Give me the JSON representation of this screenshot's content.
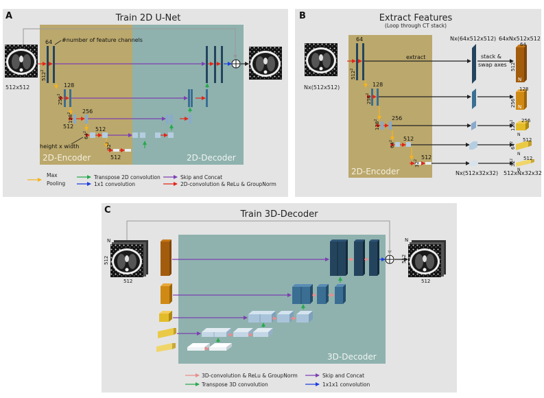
{
  "panelA": {
    "letter": "A",
    "title": "Train 2D U-Net",
    "input_size": "512x512",
    "ann_channels": "#number of feature channels",
    "ann_size": "height x width",
    "encoder_label": "2D-Encoder",
    "decoder_label": "2D-Decoder",
    "channels": [
      "64",
      "128",
      "256",
      "512",
      "512"
    ],
    "side_sizes": [
      "512",
      "256",
      "128",
      "64",
      "32"
    ],
    "bottom_sizes": [
      "512",
      "512"
    ],
    "legend": {
      "maxpool_1": "Max",
      "maxpool_2": "Pooling",
      "transpose": "Transpose 2D convolution",
      "conv1x1": "1x1 convolution",
      "skip": "Skip and Concat",
      "conv": "2D-convolution & ReLu & GroupNorm"
    }
  },
  "panelB": {
    "letter": "B",
    "title": "Extract Features",
    "subtitle": "(Loop through CT stack)",
    "input_size": "Nx(512x512)",
    "extract": "extract",
    "stack_1": "stack &",
    "stack_2": "swap axes",
    "out_top_1": "Nx(64x512x512)",
    "out_top_2": "64xNx512x512",
    "out_bottom_1": "Nx(512x32x32)",
    "out_bottom_2": "512xNx32x32",
    "encoder_label": "2D-Encoder",
    "channels": [
      "64",
      "128",
      "256",
      "512",
      "512"
    ],
    "side_sizes": [
      "512",
      "256",
      "128",
      "64",
      "32"
    ],
    "cube_top": [
      "64",
      "128",
      "256",
      "512",
      "512"
    ],
    "cube_side": [
      "512",
      "256",
      "128",
      "64",
      "32"
    ],
    "n_letter": "N"
  },
  "panelC": {
    "letter": "C",
    "title": "Train 3D-Decoder",
    "n_letter": "N",
    "size": "512",
    "decoder_label": "3D-Decoder",
    "legend": {
      "conv": "3D-convolution & ReLu & GroupNorm",
      "transpose": "Transpose 3D convolution",
      "skip": "Skip and Concat",
      "conv1x1": "1x1x1 convolution"
    }
  },
  "colors": {
    "encoder": "#bba86c",
    "decoder": "#8fb2ae",
    "panel_bg": "#e4e4e4",
    "dark_blue": "#24445e",
    "mid_blue": "#3a6e93",
    "light_blue": "#b4cde0",
    "red": "#e2261b",
    "purple": "#7c3fb2",
    "green": "#27a94d",
    "yellow": "#f4b41f",
    "blue": "#1d3ee0",
    "orange_dark": "#a35c0c",
    "orange_mid": "#d08a13",
    "gold": "#e3bc2a",
    "pale_yellow": "#f0d56a",
    "pink": "#e78d8d"
  }
}
